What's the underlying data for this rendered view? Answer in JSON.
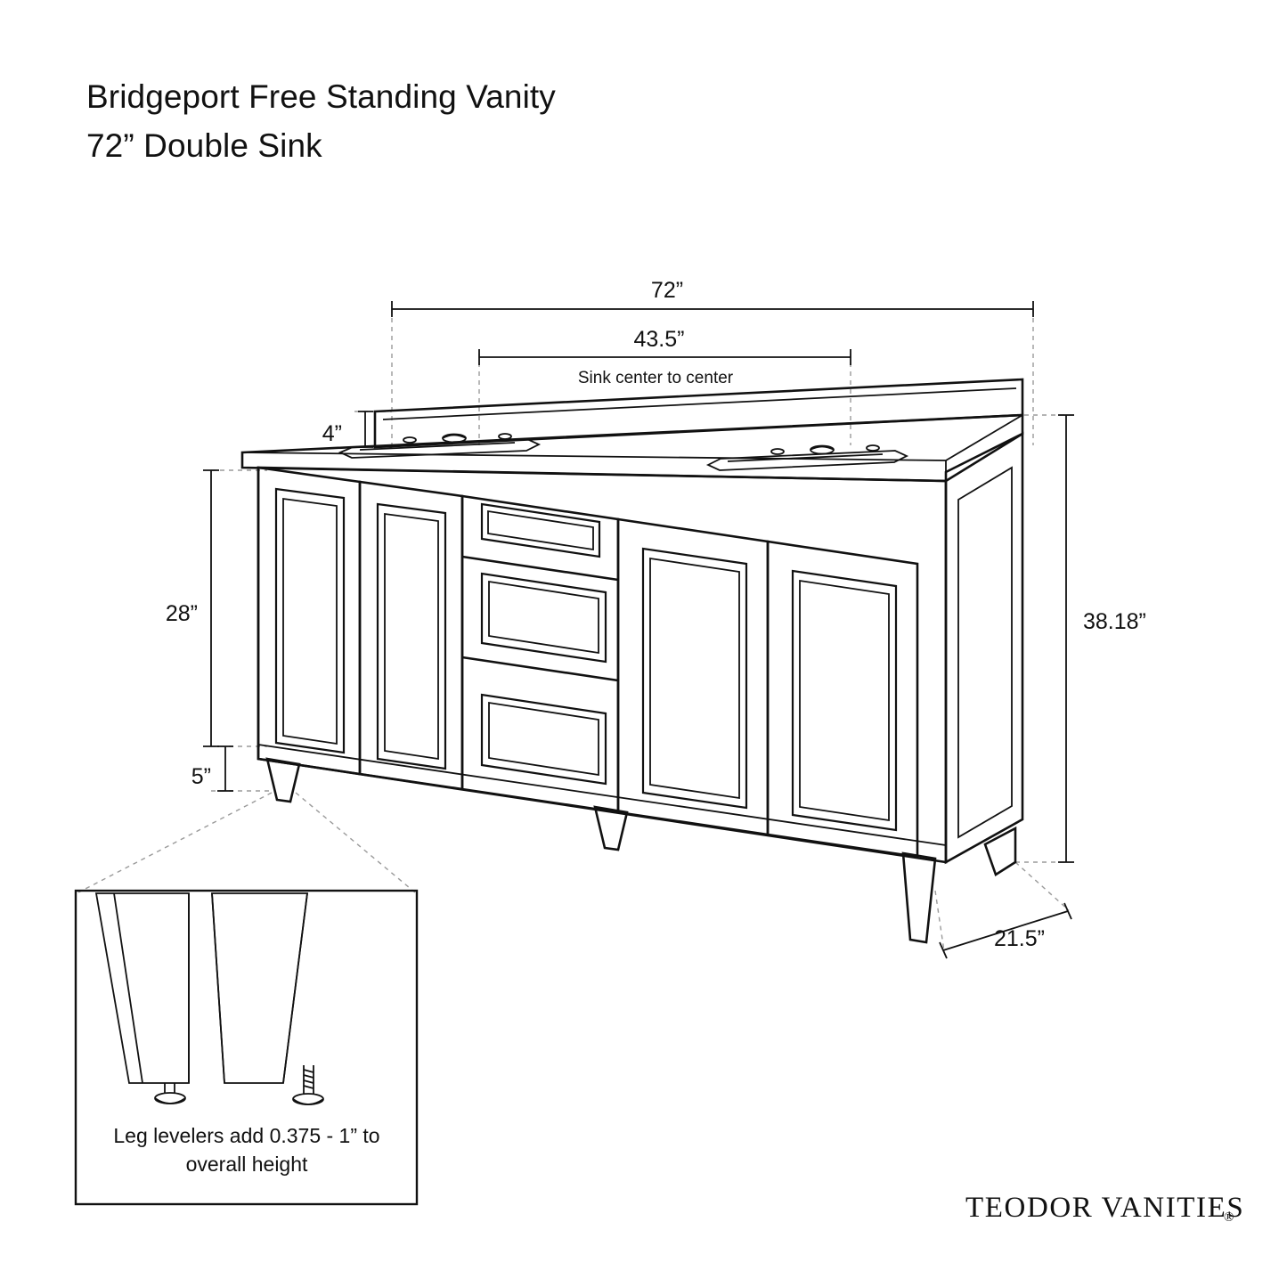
{
  "title": {
    "line1": "Bridgeport Free Standing Vanity",
    "line2": "72” Double Sink"
  },
  "dimensions": {
    "overall_width": "72”",
    "sink_center_to_center_value": "43.5”",
    "sink_center_to_center_label": "Sink center to center",
    "backsplash_height": "4”",
    "counter_to_toe_height": "28”",
    "leg_height": "5”",
    "overall_height": "38.18”",
    "depth": "21.5”"
  },
  "note": {
    "line1": "Leg levelers add 0.375 - 1” to",
    "line2": "overall height"
  },
  "brand": {
    "name": "TEODOR VANITIES",
    "registered": "®"
  },
  "product": {
    "type": "vanity-line-drawing",
    "doors": 4,
    "drawers": 3,
    "sinks": 2
  }
}
